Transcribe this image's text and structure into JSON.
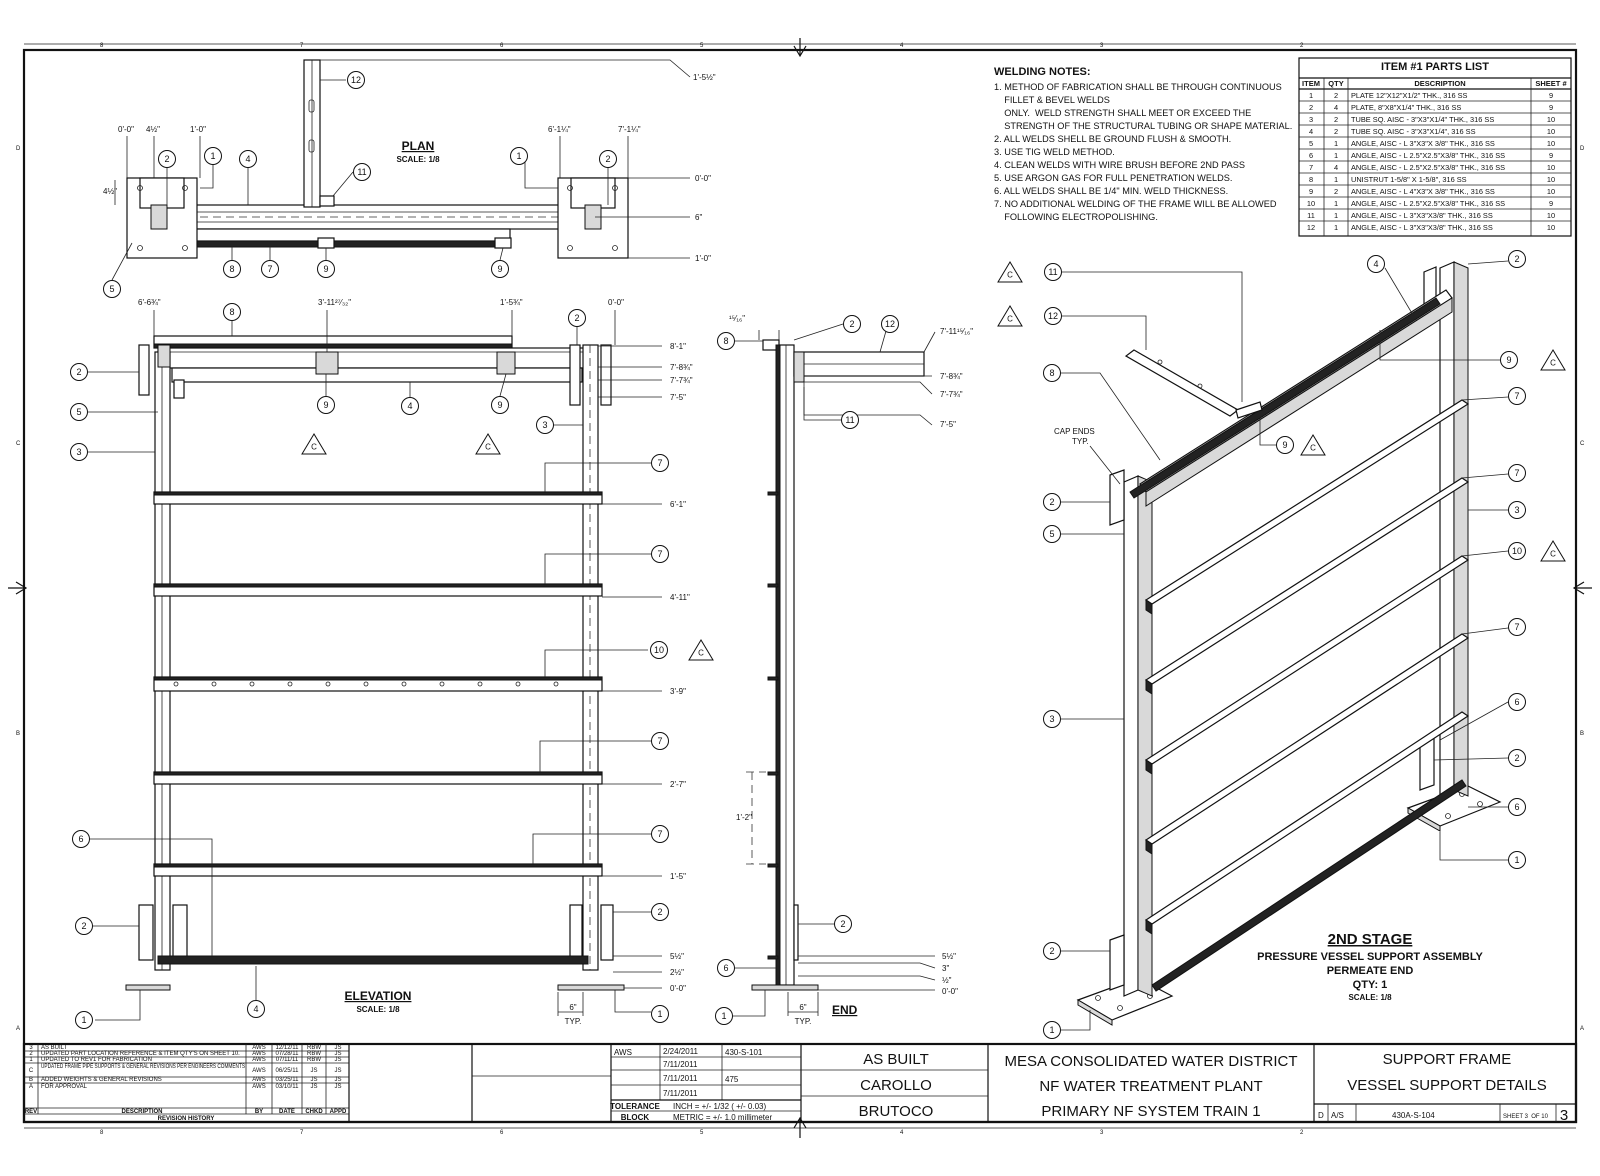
{
  "border": {
    "top_zones": [
      "8",
      "7",
      "6",
      "5",
      "4",
      "3",
      "2"
    ],
    "bottom_zones": [
      "8",
      "7",
      "6",
      "5",
      "4",
      "3",
      "2"
    ],
    "side_zones": [
      "D",
      "C",
      "B",
      "A"
    ]
  },
  "views": {
    "plan": {
      "title": "PLAN",
      "scale": "SCALE: 1/8"
    },
    "elevation": {
      "title": "ELEVATION",
      "scale": "SCALE: 1/8"
    },
    "end": {
      "title": "END"
    },
    "iso": {
      "title": "2ND STAGE",
      "line1": "PRESSURE VESSEL SUPPORT ASSEMBLY",
      "line2": "PERMEATE END",
      "qty": "QTY: 1",
      "scale": "SCALE: 1/8",
      "cap_note_1": "CAP ENDS",
      "cap_note_2": "TYP."
    }
  },
  "plan_dims": {
    "d0": "0'-0\"",
    "d1": "4½\"",
    "d2": "1'-0\"",
    "d3": "6'-1¼\"",
    "d4": "7'-1¼\"",
    "r1": "1'-5½\"",
    "r2": "0'-0\"",
    "r3": "6\"",
    "r4": "1'-0\"",
    "v1": "4½\""
  },
  "elev_dims": {
    "t1": "6'-6¾\"",
    "t2": "3'-11²⁷⁄₃₂\"",
    "t3": "1'-5¾\"",
    "t4": "0'-0\"",
    "r1": "8'-1\"",
    "r2": "7'-8¾\"",
    "r3": "7'-7¾\"",
    "r4": "7'-5\"",
    "r5": "6'-1\"",
    "r6": "4'-11\"",
    "r7": "3'-9\"",
    "r8": "2'-7\"",
    "r9": "1'-5\"",
    "r10": "5½\"",
    "r11": "2½\"",
    "r12": "0'-0\"",
    "typ1": "6\"",
    "typ2": "TYP."
  },
  "end_dims": {
    "top": "¹⁵⁄₁₆\"",
    "r1": "7'-11¹⁵⁄₁₆\"",
    "r2": "7'-8¾\"",
    "r3": "7'-7¾\"",
    "r4": "7'-5\"",
    "mid": "1'-2\"",
    "b1": "5½\"",
    "b2": "3\"",
    "b3": "½\"",
    "b4": "0'-0\"",
    "typ1": "6\"",
    "typ2": "TYP."
  },
  "welding_notes": {
    "title": "WELDING NOTES:",
    "lines": [
      "1. METHOD OF FABRICATION SHALL BE THROUGH CONTINUOUS",
      "    FILLET & BEVEL WELDS",
      "    ONLY.  WELD STRENGTH SHALL MEET OR EXCEED THE",
      "    STRENGTH OF THE STRUCTURAL TUBING OR SHAPE MATERIAL.",
      "2. ALL WELDS SHELL BE GROUND FLUSH & SMOOTH.",
      "3. USE TIG WELD METHOD.",
      "4. CLEAN WELDS WITH WIRE BRUSH BEFORE 2ND PASS",
      "5. USE ARGON GAS FOR FULL PENETRATION WELDS.",
      "6. ALL WELDS SHALL BE 1/4\" MIN. WELD THICKNESS.",
      "7. NO ADDITIONAL WELDING OF THE FRAME WILL BE ALLOWED",
      "    FOLLOWING ELECTROPOLISHING."
    ]
  },
  "parts_list": {
    "title": "ITEM #1 PARTS LIST",
    "headers": [
      "ITEM",
      "QTY",
      "DESCRIPTION",
      "SHEET #"
    ],
    "rows": [
      [
        "1",
        "2",
        "PLATE 12\"X12\"X1/2\" THK., 316 SS",
        "9"
      ],
      [
        "2",
        "4",
        "PLATE, 8\"X8\"X1/4\" THK., 316 SS",
        "9"
      ],
      [
        "3",
        "2",
        "TUBE SQ. AISC - 3\"X3\"X1/4\" THK., 316 SS",
        "10"
      ],
      [
        "4",
        "2",
        "TUBE SQ. AISC - 3\"X3\"X1/4\", 316 SS",
        "10"
      ],
      [
        "5",
        "1",
        "ANGLE, AISC - L 3\"X3\"X 3/8\" THK., 316 SS",
        "10"
      ],
      [
        "6",
        "1",
        "ANGLE, AISC - L 2.5\"X2.5\"X3/8\" THK., 316 SS",
        "9"
      ],
      [
        "7",
        "4",
        "ANGLE, AISC - L 2.5\"X2.5\"X3/8\" THK., 316 SS",
        "10"
      ],
      [
        "8",
        "1",
        "UNISTRUT 1-5/8\" X 1-5/8\", 316 SS",
        "10"
      ],
      [
        "9",
        "2",
        "ANGLE, AISC - L 4\"X3\"X 3/8\" THK., 316 SS",
        "10"
      ],
      [
        "10",
        "1",
        "ANGLE, AISC - L 2.5\"X2.5\"X3/8\" THK., 316 SS",
        "9"
      ],
      [
        "11",
        "1",
        "ANGLE, AISC - L 3\"X3\"X3/8\" THK., 316 SS",
        "10"
      ],
      [
        "12",
        "1",
        "ANGLE, AISC - L 3\"X3\"X3/8\" THK., 316 SS",
        "10"
      ]
    ]
  },
  "revision_history": {
    "title": "REVISION HISTORY",
    "headers": [
      "REV",
      "DESCRIPTION",
      "BY",
      "DATE",
      "CHKD",
      "APPD"
    ],
    "rows": [
      [
        "3",
        "AS BUILT",
        "AWS",
        "12/12/11",
        "RBW",
        "JS"
      ],
      [
        "2",
        "UPDATED PART LOCATION REFERENCE & ITEM QTY'S ON SHEET 10.",
        "AWS",
        "07/28/11",
        "RBW",
        "JS"
      ],
      [
        "1",
        "UPDATED TO REV1 FOR FABRICATION",
        "AWS",
        "07/11/11",
        "RBW",
        "JS"
      ],
      [
        "C",
        "UPDATED FRAME PIPE SUPPORTS & GENERAL REVISIONS PER ENGINEERS COMMENTS",
        "AWS",
        "06/25/11",
        "JS",
        "JS"
      ],
      [
        "B",
        "ADDED WEIGHTS & GENERAL REVISIONS",
        "AWS",
        "03/25/11",
        "JS",
        "JS"
      ],
      [
        "A",
        "FOR APPROVAL",
        "AWS",
        "03/10/11",
        "JS",
        "JS"
      ]
    ]
  },
  "title_block": {
    "drawn": "AWS",
    "drawn_date": "2/24/2011",
    "c2": "7/11/2011",
    "c3": "7/11/2011",
    "c4": "7/11/2011",
    "job": "430-S-101",
    "ref": "475",
    "tolerance_1": "TOLERANCE",
    "tolerance_2": "BLOCK",
    "inch": "INCH = +/- 1/32 ( +/- 0.03)",
    "metric": "METRIC = +/- 1.0 millimeter",
    "status": "AS BUILT",
    "engineer": "CAROLLO",
    "contractor": "BRUTOCO",
    "project_1": "MESA CONSOLIDATED WATER DISTRICT",
    "project_2": "NF WATER TREATMENT PLANT",
    "project_3": "PRIMARY NF SYSTEM TRAIN 1",
    "title_1": "SUPPORT FRAME",
    "title_2": "VESSEL SUPPORT DETAILS",
    "size": "D",
    "scale": "A/S",
    "dwg_no": "430A-S-104",
    "sheet": "SHEET 3  OF 10",
    "rev": "3"
  }
}
